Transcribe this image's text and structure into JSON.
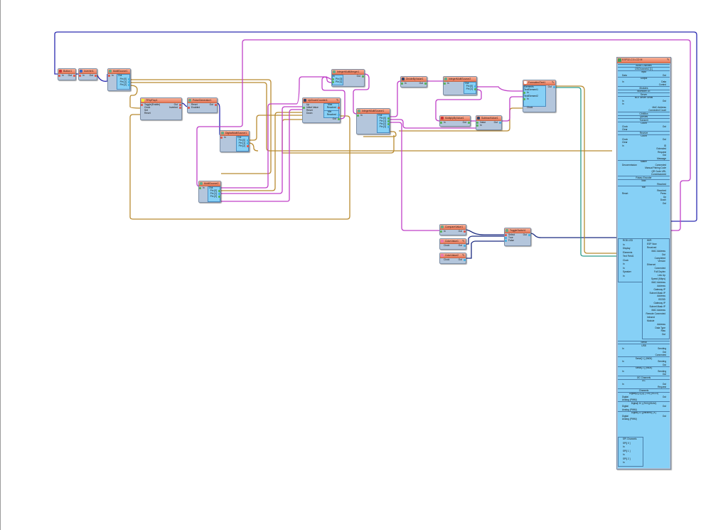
{
  "diagram": {
    "title": "Visuino project canvas",
    "wire_colors": {
      "digital": "#2a2ab0",
      "integer": "#c040c8",
      "clock": "#b88a30",
      "analog": "#2a9a8a",
      "color": "#1a2a80"
    },
    "components": {
      "button": {
        "title": "Button1",
        "pins_in": [
          "In"
        ],
        "pins_out": [
          "Out"
        ]
      },
      "inverter": {
        "title": "Inverter1",
        "pins_in": [
          "In"
        ],
        "pins_out": [
          "Out"
        ]
      },
      "multisource1": {
        "title": "MultiSource1",
        "pins_in": [
          "In"
        ],
        "out_label": "Out",
        "pins_out": [
          "Pin [0]",
          "Pin [1]",
          "Pin [2]"
        ]
      },
      "flipflop": {
        "title": "TFlipFlop1",
        "pins_in": [
          "Toggle(Enable)",
          "Clock",
          "Set",
          "Reset"
        ],
        "pins_out": [
          "Out",
          "Inverted"
        ]
      },
      "pulse": {
        "title": "PulseGenerator1",
        "pins_in": [
          "Reset",
          "Enabled"
        ],
        "pins_out": [
          "Out"
        ]
      },
      "digitalmulti": {
        "title": "DigitalMultiSource1",
        "pins_in": [
          "In"
        ],
        "out_label": "Out",
        "pins_out": [
          "Pin [0]",
          "Pin [1]",
          "Pin [2]"
        ]
      },
      "multisource2": {
        "title": "MultiSource2",
        "pins_in": [
          "In"
        ],
        "out_label": "Out",
        "pins_out": [
          "Pin [0]",
          "Pin [1]",
          "Pin [2]"
        ]
      },
      "updown": {
        "title": "UpDownCounter1",
        "pins_in": [
          "Up",
          "Initial Value",
          "Reset",
          "Down"
        ],
        "max_label": "Max",
        "min_label": "Min",
        "reached": "Reached",
        "pins_out": [
          "Out"
        ]
      },
      "intmerger": {
        "title": "IntegerMultiMerger1",
        "pins_in": [
          "In",
          "Pin [0]",
          "Pin [1]"
        ],
        "pins_out": [
          "Out"
        ]
      },
      "intmulti1": {
        "title": "IntegerMultiSource1",
        "pins_in": [
          "In"
        ],
        "out_label": "Out",
        "pins_out": [
          "Pin [0]",
          "Pin [1]",
          "Pin [2]",
          "Pin [3]"
        ]
      },
      "divide": {
        "title": "DivideByValue1",
        "pins_in": [
          "In"
        ],
        "pins_out": [
          "Out"
        ]
      },
      "intmulti2": {
        "title": "IntegerMultiSource2",
        "pins_in": [
          "In"
        ],
        "out_label": "Out",
        "pins_out": [
          "Pin [0]",
          "Pin [1]"
        ]
      },
      "multiply": {
        "title": "MultiplyByValue1",
        "pins_in": [
          "In"
        ],
        "pins_out": [
          "Out"
        ]
      },
      "subtract": {
        "title": "SubtractValue1",
        "pins_in": [
          "Value",
          "In"
        ],
        "pins_out": [
          "Out"
        ]
      },
      "formatted": {
        "title": "FormattedText1",
        "elements_label": "Elements",
        "elements": [
          "TextElement1",
          "TextElement2"
        ],
        "pin_in": "In",
        "clock": "Clock",
        "pins_out": [
          "Out"
        ]
      },
      "compare": {
        "title": "CompareValue1",
        "pins_in": [
          "In"
        ],
        "pins_out": [
          "Out"
        ]
      },
      "color1": {
        "title": "ColorValue1",
        "pins_in": [
          "Clock"
        ],
        "pins_out": [
          "Out"
        ]
      },
      "color2": {
        "title": "ColorValue2",
        "pins_in": [
          "Clock"
        ],
        "pins_out": [
          "Out"
        ]
      },
      "toggle": {
        "title": "ToggleSwitch1",
        "pins_in": [
          "Select",
          "True",
          "False"
        ],
        "pins_out": [
          "Out"
        ]
      }
    },
    "board": {
      "title": "ESP32-C3 LCD M",
      "rows": [
        {
          "t": "Audio Channels",
          "a": "c"
        },
        {
          "t": "I2SChannels1 [1]",
          "a": "c"
        },
        {
          "t": "Input",
          "a": "c"
        },
        {
          "t": "Data",
          "a": "l",
          "r": "Out"
        },
        {
          "t": "Output",
          "a": "c"
        },
        {
          "t": "In",
          "a": "l",
          "r": "Data"
        },
        {
          "t": "",
          "a": "r",
          "r": "Control"
        },
        {
          "t": "Modules",
          "a": "c"
        },
        {
          "t": "Bluetooth LE",
          "a": "c"
        },
        {
          "t": "Server",
          "a": "c"
        },
        {
          "t": "BLE Server Serial",
          "a": "c"
        },
        {
          "t": "In",
          "a": "l",
          "r": "Out"
        },
        {
          "t": "In",
          "a": "l"
        },
        {
          "t": "",
          "a": "r",
          "r": "MAC Address"
        },
        {
          "t": "",
          "a": "r",
          "r": "Connected Count"
        },
        {
          "t": "CANBus",
          "a": "c"
        },
        {
          "t": "Queues",
          "a": "c"
        },
        {
          "t": "Transmit",
          "a": "c"
        },
        {
          "t": "Count",
          "a": "c"
        },
        {
          "t": "Clock",
          "a": "l",
          "r": "Out"
        },
        {
          "t": "Clear",
          "a": "l"
        },
        {
          "t": "Receive",
          "a": "c"
        },
        {
          "t": "Count",
          "a": "c"
        },
        {
          "t": "Clock",
          "a": "l",
          "r": "Out"
        },
        {
          "t": "Clear",
          "a": "l"
        },
        {
          "t": "In",
          "a": "l",
          "r": "ID"
        },
        {
          "t": "",
          "a": "r",
          "r": "Extended"
        },
        {
          "t": "",
          "a": "r",
          "r": "Request"
        },
        {
          "t": "",
          "a": "r",
          "r": "Out"
        },
        {
          "t": "",
          "a": "r",
          "r": "Message"
        },
        {
          "t": "Matter",
          "a": "c"
        },
        {
          "t": "Decommission",
          "a": "l",
          "r": "Connected"
        },
        {
          "t": "",
          "a": "r",
          "r": "Manual Pairing Code"
        },
        {
          "t": "",
          "a": "r",
          "r": "QR Code URL"
        },
        {
          "t": "",
          "a": "r",
          "r": "Commissioned"
        },
        {
          "t": "Rotary Encoder",
          "a": "c"
        },
        {
          "t": "Max",
          "a": "c"
        },
        {
          "t": "",
          "a": "r",
          "r": "Reached"
        },
        {
          "t": "Min",
          "a": "c"
        },
        {
          "t": "",
          "a": "r",
          "r": "Reached"
        },
        {
          "t": "Reset",
          "a": "l",
          "r": "Press"
        },
        {
          "t": "",
          "a": "r",
          "r": "Up"
        },
        {
          "t": "",
          "a": "r",
          "r": "Down"
        },
        {
          "t": "",
          "a": "r",
          "r": "Out"
        }
      ],
      "left_panel": [
        "RGB LED",
        "In",
        "Display",
        "Elements",
        "Text Field1",
        "Clock",
        "In",
        "In",
        "Speaker",
        "In"
      ],
      "right_panel": [
        "WiFi",
        "ESP Now",
        "Received",
        "MAC Address",
        "Out",
        "Completed",
        "Version",
        "Ethernet",
        "Connected",
        "Full Duplex",
        "Link Up",
        "Speed (Mbps)",
        "MAC Address",
        "Address",
        "Gateway IP",
        "Subnet Mask IP",
        "Address",
        "BSSID",
        "Gateway IP",
        "Subnet Mask IP",
        "MAC Address",
        "Remote Connected",
        "Infrared",
        "Module",
        "Address",
        "Data Type",
        "Raw",
        "Out"
      ],
      "lower_rows": [
        {
          "t": "Serial",
          "a": "c"
        },
        {
          "t": "USB",
          "a": "c"
        },
        {
          "t": "In",
          "a": "l",
          "r": "Sending"
        },
        {
          "t": "",
          "a": "r",
          "r": "Out"
        },
        {
          "t": "",
          "a": "r",
          "r": "Connected"
        },
        {
          "t": "Serial[ 1 ] (9600)",
          "a": "c"
        },
        {
          "t": "In",
          "a": "l",
          "r": "Sending"
        },
        {
          "t": "",
          "a": "r",
          "r": "Out"
        },
        {
          "t": "Serial[ 2 ] (9600)",
          "a": "c"
        },
        {
          "t": "In",
          "a": "l",
          "r": "Sending"
        },
        {
          "t": "",
          "a": "r",
          "r": "Out"
        },
        {
          "t": "I2C Channels",
          "a": "c"
        },
        {
          "t": "I2C",
          "a": "c"
        },
        {
          "t": "In",
          "a": "l",
          "r": "Out"
        },
        {
          "t": "",
          "a": "r",
          "r": "Request"
        },
        {
          "t": "Channels",
          "a": "c"
        },
        {
          "t": "Digital[0] [1] [2] (TX0) (SCL0)",
          "a": "c"
        },
        {
          "t": "Digital",
          "a": "l",
          "r": "Out"
        },
        {
          "t": "Analog (PWM)",
          "a": "l"
        },
        {
          "t": "Digital[ 20 ] (RX0)(SDA0)",
          "a": "c"
        },
        {
          "t": "Digital",
          "a": "l",
          "r": "Out"
        },
        {
          "t": "Analog (PWM)",
          "a": "l"
        },
        {
          "t": "Digital[ 21 ](Infrared) [ 4 ]",
          "a": "c"
        },
        {
          "t": "Digital",
          "a": "l",
          "r": "Out"
        },
        {
          "t": "Analog (PWM)",
          "a": "l"
        }
      ],
      "spi_panel": [
        "SPI Channels",
        "SPI[ 0 ]",
        "In",
        "SPI[ 1 ]",
        "In",
        "SPI[ 2 ]",
        "In"
      ]
    }
  }
}
